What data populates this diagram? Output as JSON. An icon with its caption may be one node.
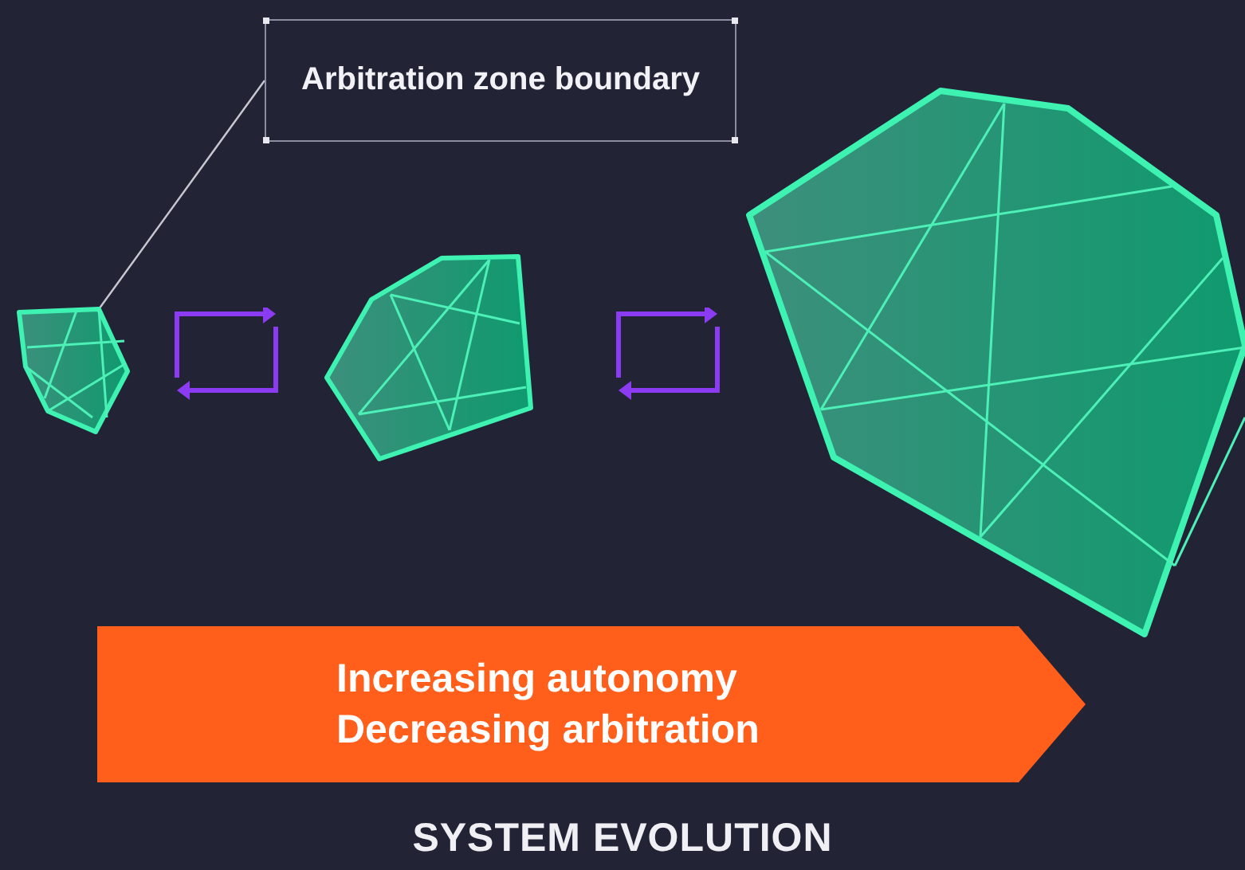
{
  "diagram": {
    "caption": "SYSTEM EVOLUTION",
    "nodes": [
      {
        "text": [
          "Arbitration zone boundary"
        ]
      },
      {
        "text": [],
        "shape": "polygon"
      },
      {
        "text": [],
        "shape": "polygon"
      },
      {
        "text": [],
        "shape": "polygon"
      },
      {
        "text": [
          "Increasing autonomy",
          "Decreasing arbitration"
        ]
      }
    ],
    "edges": [
      {
        "from": 0,
        "to": 1,
        "arrow": "none"
      }
    ]
  }
}
